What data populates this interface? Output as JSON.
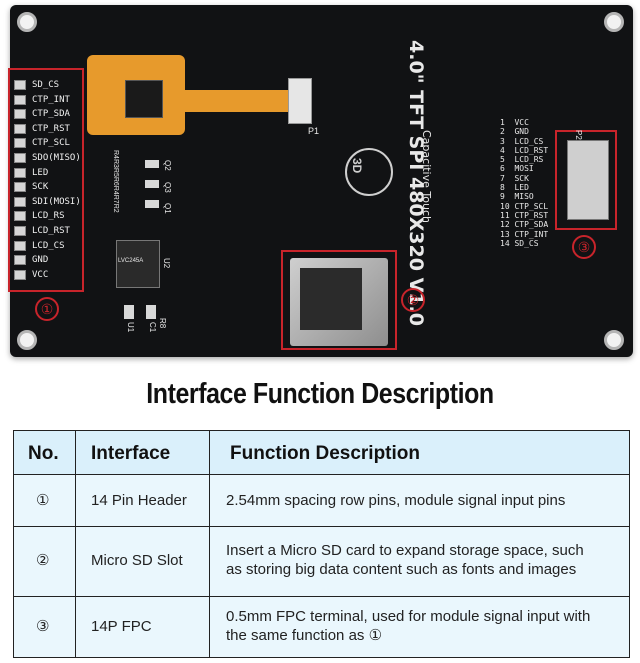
{
  "board": {
    "title": "4.0\" TFT SPI 480X320 V1.0",
    "subtitle": "Capacitive Touch",
    "logo": "3D",
    "header_pins": [
      "SD_CS",
      "CTP_INT",
      "CTP_SDA",
      "CTP_RST",
      "CTP_SCL",
      "SDO(MISO)",
      "LED",
      "SCK",
      "SDI(MOSI)",
      "LCD_RS",
      "LCD_RST",
      "LCD_CS",
      "GND",
      "VCC"
    ],
    "fpc_pins": [
      "1  VCC",
      "2  GND",
      "3  LCD_CS",
      "4  LCD_RST",
      "5  LCD_RS",
      "6  MOSI",
      "7  SCK",
      "8  LED",
      "9  MISO",
      "10 CTP_SCL",
      "11 CTP_RST",
      "12 CTP_SDA",
      "13 CTP_INT",
      "14 SD_CS"
    ],
    "callouts": [
      "①",
      "②",
      "③"
    ],
    "silk_labels": {
      "p1": "P1",
      "p2": "P2",
      "q2": "Q2",
      "q3": "Q3",
      "q1": "Q1",
      "u1": "U1",
      "u2": "U2",
      "r8": "R8",
      "c1": "C1",
      "res_list": "R4R3R5R6R4R7R2",
      "chip": "LVC245A"
    }
  },
  "heading": "Interface Function Description",
  "table": {
    "headers": [
      "No.",
      "Interface",
      "Function Description"
    ],
    "rows": [
      {
        "no": "①",
        "interface": "14 Pin Header",
        "description": [
          "2.54mm spacing row pins, module signal input pins"
        ]
      },
      {
        "no": "②",
        "interface": "Micro SD Slot",
        "description": [
          "Insert a Micro SD card to expand storage space, such",
          "as storing big data content such as fonts and images"
        ]
      },
      {
        "no": "③",
        "interface": "14P FPC",
        "description": [
          "0.5mm FPC terminal, used for module signal input with",
          "the same function as ①"
        ]
      }
    ]
  },
  "colors": {
    "board": "#111214",
    "highlight": "#c8242b",
    "table_header": "#daf0fb",
    "table_row": "#eaf7fd"
  }
}
